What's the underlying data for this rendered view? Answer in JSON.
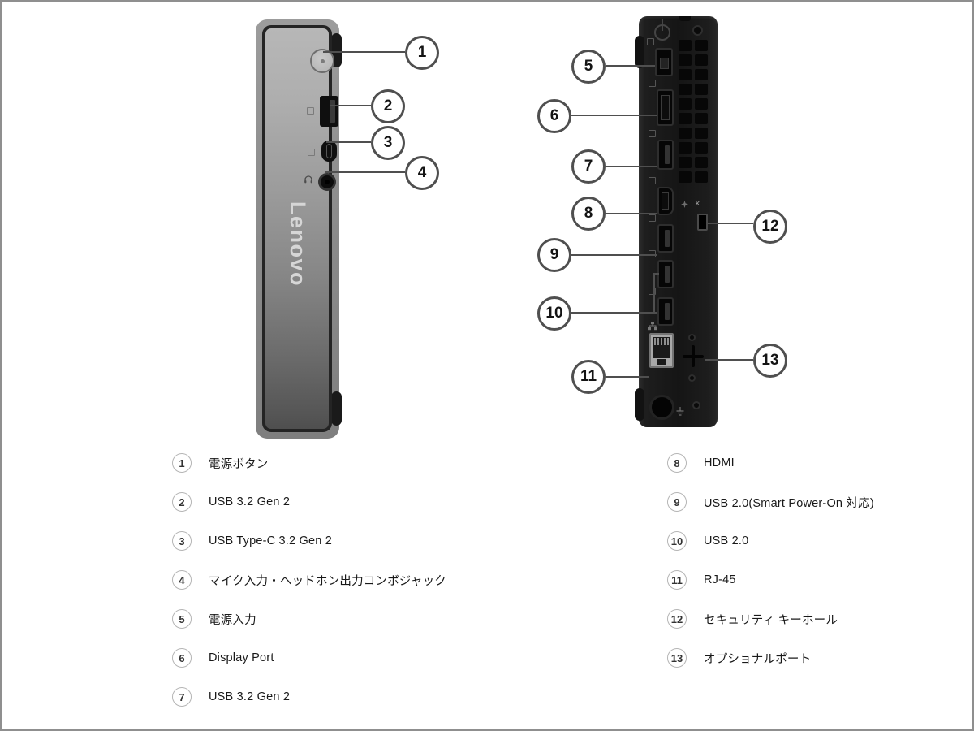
{
  "brand": {
    "logo_text": "Lenovo"
  },
  "items": [
    {
      "num": "1",
      "label": "電源ボタン"
    },
    {
      "num": "2",
      "label": "USB 3.2 Gen 2"
    },
    {
      "num": "3",
      "label": "USB Type-C 3.2 Gen 2"
    },
    {
      "num": "4",
      "label": "マイク入力・ヘッドホン出力コンボジャック"
    },
    {
      "num": "5",
      "label": "電源入力"
    },
    {
      "num": "6",
      "label": "Display Port"
    },
    {
      "num": "7",
      "label": "USB 3.2 Gen 2"
    },
    {
      "num": "8",
      "label": "HDMI"
    },
    {
      "num": "9",
      "label": "USB 2.0(Smart Power-On 対応)"
    },
    {
      "num": "10",
      "label": "USB 2.0"
    },
    {
      "num": "11",
      "label": "RJ-45"
    },
    {
      "num": "12",
      "label": "セキュリティ キーホール"
    },
    {
      "num": "13",
      "label": "オプショナルポート"
    }
  ],
  "icons": {
    "kensington_marking": "K"
  },
  "colors": {
    "page_border": "#8f8f8f",
    "callout_border": "#4f4f4f",
    "leader_line": "#4f4f4f",
    "legend_circle_border": "#b5b5b5",
    "front_body": "#9c9c9c",
    "back_body": "#1b1b1b",
    "logo_text": "#d6d6d6"
  }
}
